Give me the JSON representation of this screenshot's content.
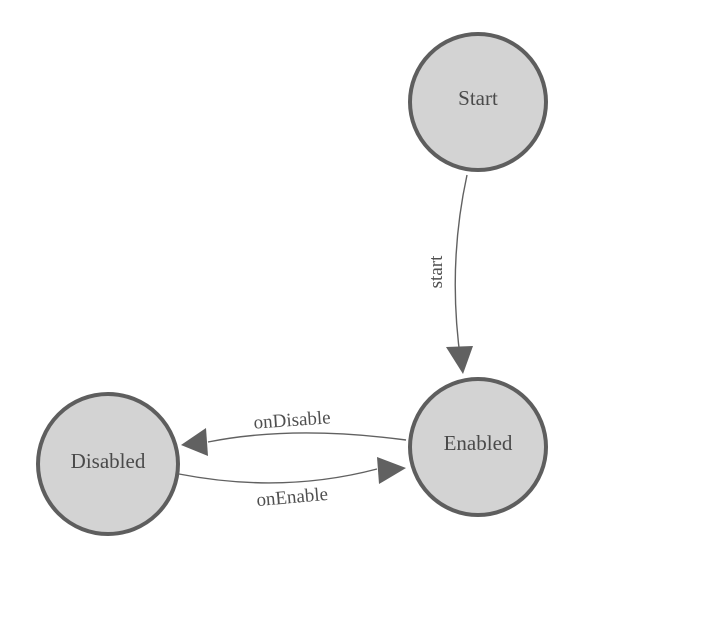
{
  "diagram": {
    "type": "state-machine",
    "background": "#ffffff",
    "colors": {
      "node_fill": "#d3d3d3",
      "node_stroke": "#5e5e5e",
      "edge_stroke": "#616161",
      "arrow_fill": "#616161",
      "node_text": "#4a4a4a",
      "edge_text": "#4f4f4f"
    },
    "nodes": [
      {
        "id": "start",
        "label": "Start"
      },
      {
        "id": "enabled",
        "label": "Enabled"
      },
      {
        "id": "disabled",
        "label": "Disabled"
      }
    ],
    "edges": [
      {
        "from": "Start",
        "to": "Enabled",
        "label": "start"
      },
      {
        "from": "Enabled",
        "to": "Disabled",
        "label": "onDisable"
      },
      {
        "from": "Disabled",
        "to": "Enabled",
        "label": "onEnable"
      }
    ]
  }
}
